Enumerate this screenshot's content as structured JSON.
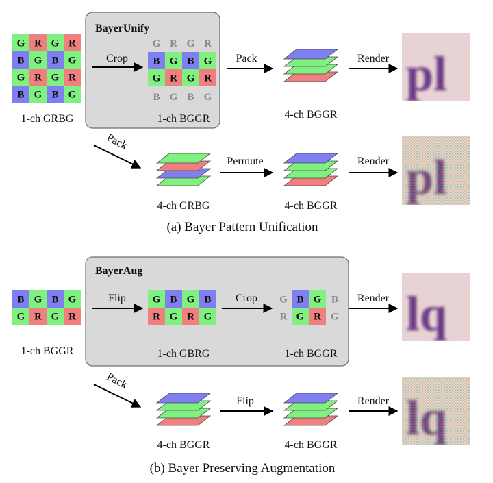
{
  "colors": {
    "red": "#f07f7f",
    "green": "#80f080",
    "blue": "#7f7ff2",
    "panel": "#d9d9d9",
    "panel_stroke": "#6f6f6f",
    "grey_text": "#8a8a8a"
  },
  "icons": [
    "right-arrow-icon",
    "diagonal-arrow-icon",
    "stacked-layers-icon"
  ],
  "panel_a": {
    "caption": "(a) Bayer Pattern Unification",
    "box_title": "BayerUnify",
    "input_grid": [
      [
        "G",
        "R",
        "G",
        "R"
      ],
      [
        "B",
        "G",
        "B",
        "G"
      ],
      [
        "G",
        "R",
        "G",
        "R"
      ],
      [
        "B",
        "G",
        "B",
        "G"
      ]
    ],
    "input_label": "1-ch GRBG",
    "crop_label": "Crop",
    "crop_top_grey": [
      "G",
      "R",
      "G",
      "R"
    ],
    "crop_grid": [
      [
        "B",
        "G",
        "B",
        "G"
      ],
      [
        "G",
        "R",
        "G",
        "R"
      ]
    ],
    "crop_bottom_grey": [
      "B",
      "G",
      "B",
      "G"
    ],
    "crop_out_label": "1-ch BGGR",
    "pack_label": "Pack",
    "packed_label": "4-ch BGGR",
    "render_label": "Render",
    "alt_pack_label": "Pack",
    "alt_packed_label": "4-ch GRBG",
    "permute_label": "Permute",
    "permuted_label": "4-ch BGGR",
    "alt_render_label": "Render",
    "render_text_1": "pl",
    "render_text_2": "pl"
  },
  "panel_b": {
    "caption": "(b) Bayer Preserving Augmentation",
    "box_title": "BayerAug",
    "input_grid": [
      [
        "B",
        "G",
        "B",
        "G"
      ],
      [
        "G",
        "R",
        "G",
        "R"
      ]
    ],
    "input_label": "1-ch BGGR",
    "flip_label": "Flip",
    "flip_grid": [
      [
        "G",
        "B",
        "G",
        "B"
      ],
      [
        "R",
        "G",
        "R",
        "G"
      ]
    ],
    "flip_out_label": "1-ch GBRG",
    "crop_label": "Crop",
    "crop_left_grey": [
      "G",
      "R"
    ],
    "crop_grid": [
      [
        "B",
        "G"
      ],
      [
        "G",
        "R"
      ]
    ],
    "crop_right_grey": [
      "B",
      "G"
    ],
    "crop_out_label": "1-ch BGGR",
    "render_label": "Render",
    "alt_pack_label": "Pack",
    "alt_packed_label": "4-ch BGGR",
    "alt_flip_label": "Flip",
    "alt_flipped_label": "4-ch BGGR",
    "alt_render_label": "Render",
    "render_text_1": "lq",
    "render_text_2": "lq"
  }
}
